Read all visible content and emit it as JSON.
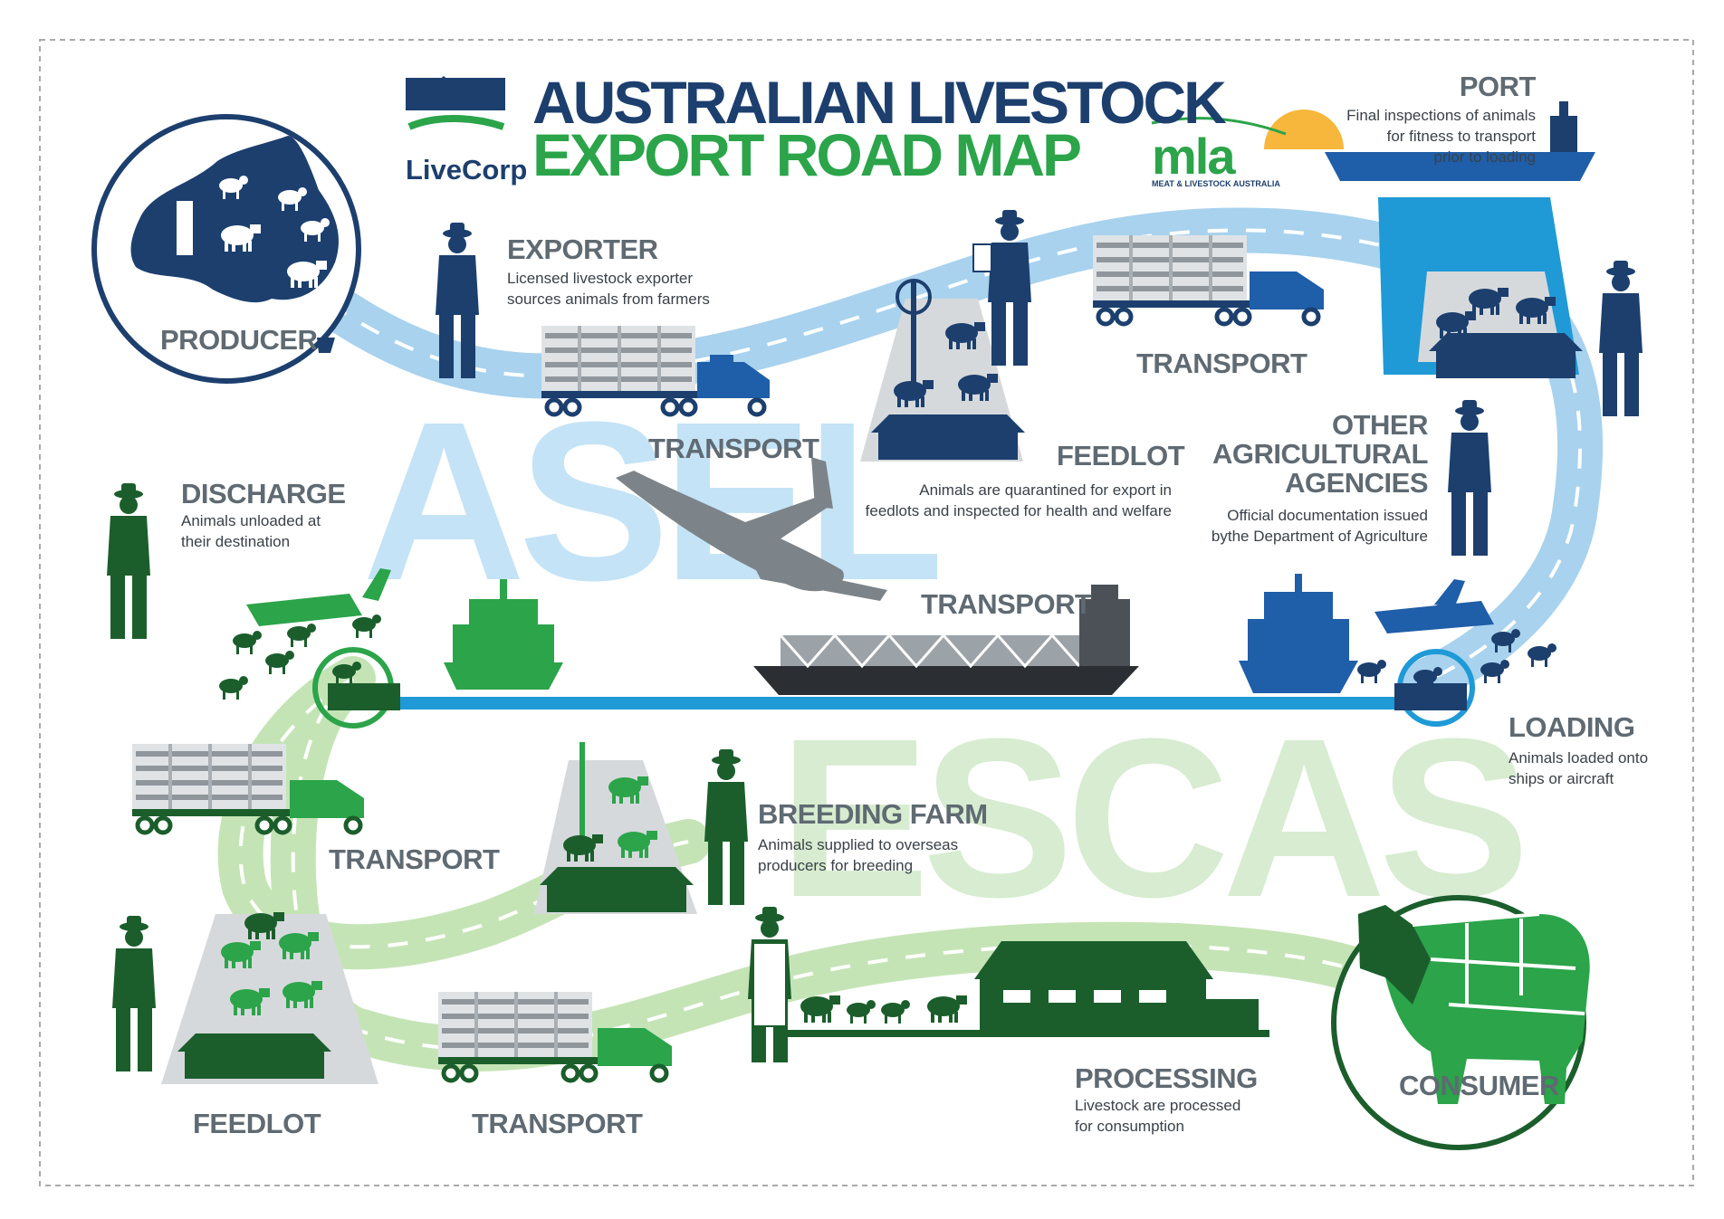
{
  "title": {
    "line1": "AUSTRALIAN LIVESTOCK",
    "line2": "EXPORT ROAD MAP"
  },
  "logos": {
    "livecorp": "LiveCorp",
    "mla": "mla",
    "mla_sub": "MEAT & LIVESTOCK AUSTRALIA"
  },
  "watermarks": {
    "asel": "ASEL",
    "escas": "ESCAS"
  },
  "colors": {
    "navy": "#1c3f6e",
    "dark_green": "#1b5e2c",
    "green": "#2ba44a",
    "sky_path": "#a8d2ee",
    "pale_green_path": "#c5e4b6",
    "water": "#1f9ad6",
    "grey": "#6f777d"
  },
  "stages": {
    "producer": {
      "label": "PRODUCER"
    },
    "exporter": {
      "label": "EXPORTER",
      "desc1": "Licensed livestock exporter",
      "desc2": "sources animals from farmers"
    },
    "transport_1": {
      "label": "TRANSPORT"
    },
    "feedlot_1": {
      "label": "FEEDLOT",
      "desc1": "Animals are quarantined for export in",
      "desc2": "feedlots and inspected for health and welfare"
    },
    "transport_2": {
      "label": "TRANSPORT"
    },
    "port": {
      "label": "PORT",
      "desc1": "Final inspections of animals",
      "desc2": "for fitness to transport",
      "desc3": "prior to loading"
    },
    "agencies": {
      "line1": "OTHER",
      "line2": "AGRICULTURAL",
      "line3": "AGENCIES",
      "desc1": "Official documentation issued",
      "desc2": "bythe Department of Agriculture"
    },
    "transport_sea": {
      "label": "TRANSPORT"
    },
    "loading": {
      "label": "LOADING",
      "desc1": "Animals loaded onto",
      "desc2": "ships or aircraft"
    },
    "discharge": {
      "label": "DISCHARGE",
      "desc1": "Animals unloaded at",
      "desc2": "their destination"
    },
    "transport_3": {
      "label": "TRANSPORT"
    },
    "breeding": {
      "label": "BREEDING FARM",
      "desc1": "Animals supplied to overseas",
      "desc2": "producers for breeding"
    },
    "feedlot_2": {
      "label": "FEEDLOT"
    },
    "transport_4": {
      "label": "TRANSPORT"
    },
    "processing": {
      "label": "PROCESSING",
      "desc1": "Livestock are processed",
      "desc2": "for consumption"
    },
    "consumer": {
      "label": "CONSUMER"
    }
  }
}
